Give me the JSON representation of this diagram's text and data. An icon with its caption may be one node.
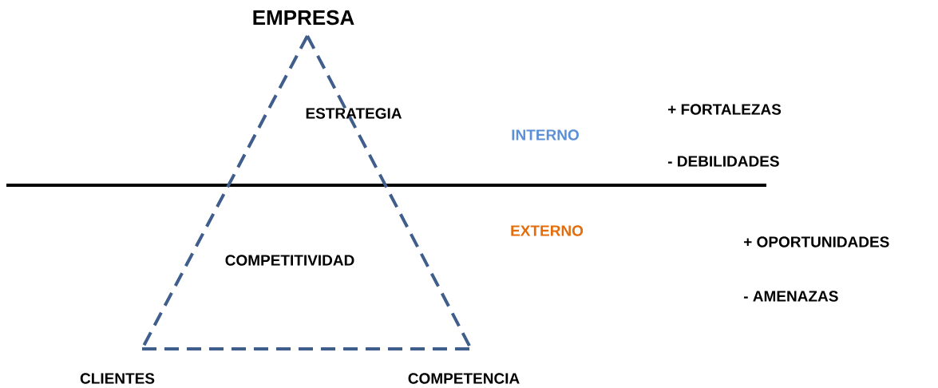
{
  "diagram": {
    "nodes": [
      {
        "text": [
          "EMPRESA"
        ]
      },
      {
        "text": [
          "CLIENTES"
        ]
      },
      {
        "text": [
          "COMPETENCIA"
        ]
      }
    ],
    "edges": [
      {
        "from": 0,
        "to": 1,
        "arrow": "none",
        "style": "dashed"
      },
      {
        "from": 0,
        "to": 2,
        "arrow": "none",
        "style": "dashed"
      },
      {
        "from": 1,
        "to": 2,
        "arrow": "none",
        "style": "dashed"
      }
    ],
    "labels": [
      "ESTRATEGIA",
      "INTERNO",
      "+ FORTALEZAS",
      "- DEBILIDADES",
      "EXTERNO",
      "COMPETITIVIDAD",
      "+ OPORTUNIDADES",
      "- AMENAZAS"
    ]
  }
}
